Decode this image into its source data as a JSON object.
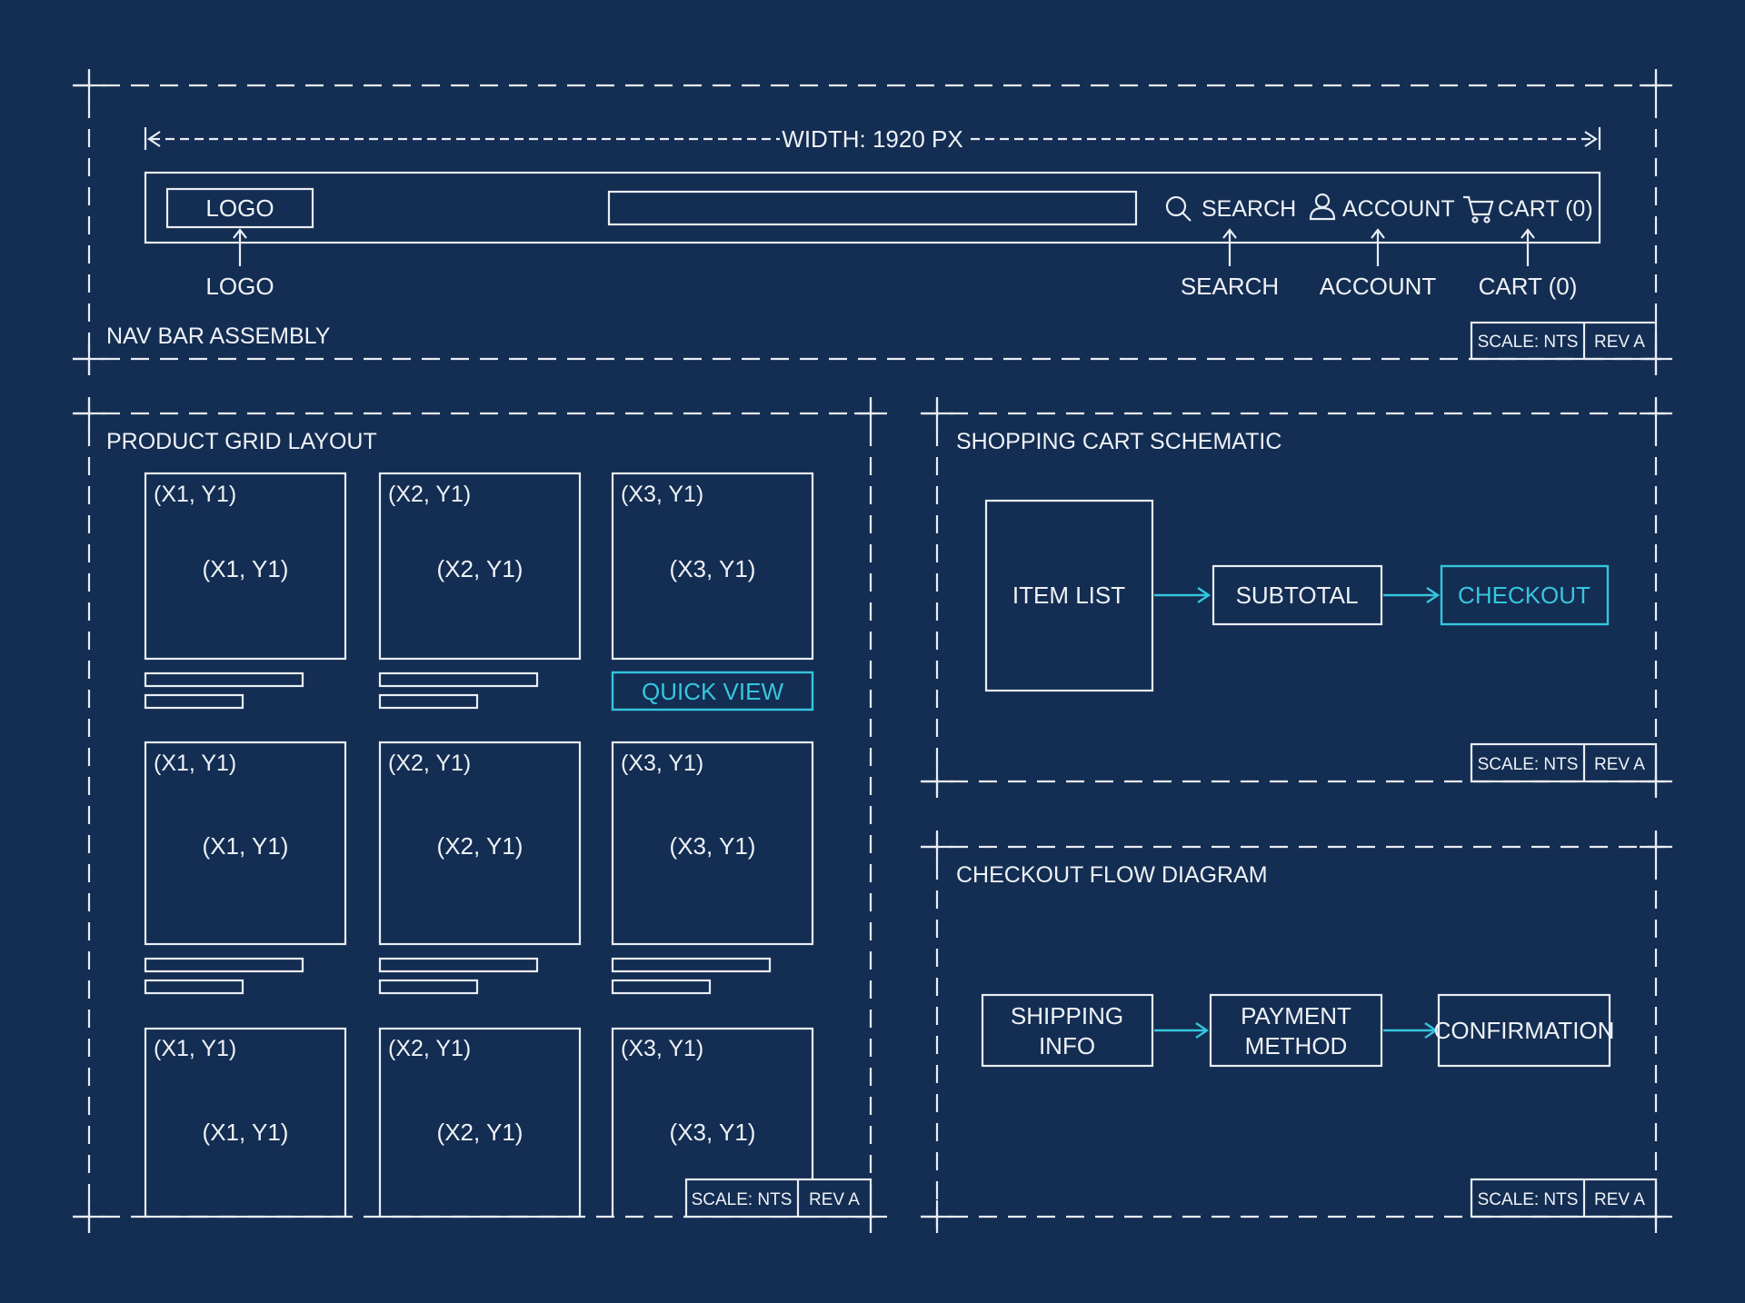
{
  "nav": {
    "width_label": "WIDTH: 1920 PX",
    "logo": "LOGO",
    "search": "SEARCH",
    "account": "ACCOUNT",
    "cart": "CART (0)",
    "callouts": {
      "logo": "LOGO",
      "search": "SEARCH",
      "account": "ACCOUNT",
      "cart": "CART (0)"
    },
    "title": "NAV BAR ASSEMBLY",
    "scale": "SCALE: NTS",
    "rev": "REV A"
  },
  "grid": {
    "title": "PRODUCT GRID LAYOUT",
    "cells": [
      {
        "label": "(X1, Y1)",
        "center": "(X1, Y1)"
      },
      {
        "label": "(X2, Y1)",
        "center": "(X2, Y1)"
      },
      {
        "label": "(X3, Y1)",
        "center": "(X3, Y1)"
      },
      {
        "label": "(X1, Y1)",
        "center": "(X1, Y1)"
      },
      {
        "label": "(X2, Y1)",
        "center": "(X2, Y1)"
      },
      {
        "label": "(X3, Y1)",
        "center": "(X3, Y1)"
      },
      {
        "label": "(X1, Y1)",
        "center": "(X1, Y1)"
      },
      {
        "label": "(X2, Y1)",
        "center": "(X2, Y1)"
      },
      {
        "label": "(X3, Y1)",
        "center": "(X3, Y1)"
      }
    ],
    "quick_view": "QUICK VIEW",
    "scale": "SCALE: NTS",
    "rev": "REV A"
  },
  "cart": {
    "title": "SHOPPING CART SCHEMATIC",
    "item_list": "ITEM LIST",
    "subtotal": "SUBTOTAL",
    "checkout": "CHECKOUT",
    "scale": "SCALE: NTS",
    "rev": "REV A"
  },
  "flow": {
    "title": "CHECKOUT FLOW DIAGRAM",
    "shipping_line1": "SHIPPING",
    "shipping_line2": "INFO",
    "payment_line1": "PAYMENT",
    "payment_line2": "METHOD",
    "confirmation": "CONFIRMATION",
    "scale": "SCALE: NTS",
    "rev": "REV A"
  },
  "colors": {
    "background": "#142d52",
    "line": "#e9eef5",
    "accent": "#35c6de"
  },
  "icons": [
    "search-icon",
    "account-icon",
    "cart-icon"
  ]
}
